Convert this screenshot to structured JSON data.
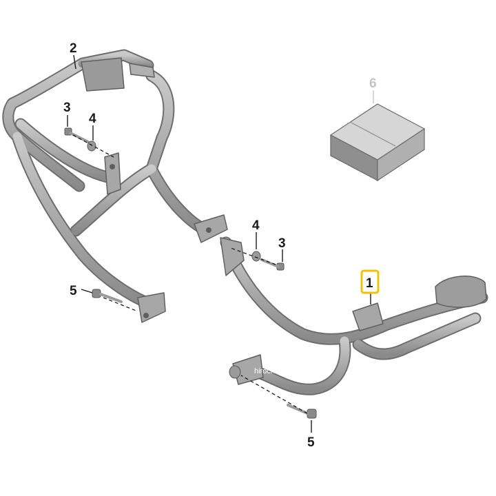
{
  "diagram": {
    "callouts": [
      {
        "id": "c2",
        "label": "2"
      },
      {
        "id": "c3a",
        "label": "3"
      },
      {
        "id": "c4a",
        "label": "4"
      },
      {
        "id": "c6",
        "label": "6"
      },
      {
        "id": "c4b",
        "label": "4"
      },
      {
        "id": "c3b",
        "label": "3"
      },
      {
        "id": "c1",
        "label": "1"
      },
      {
        "id": "c5a",
        "label": "5"
      },
      {
        "id": "c5b",
        "label": "5"
      }
    ],
    "highlight_color": "#f2c200",
    "watermark": "hirochi"
  }
}
